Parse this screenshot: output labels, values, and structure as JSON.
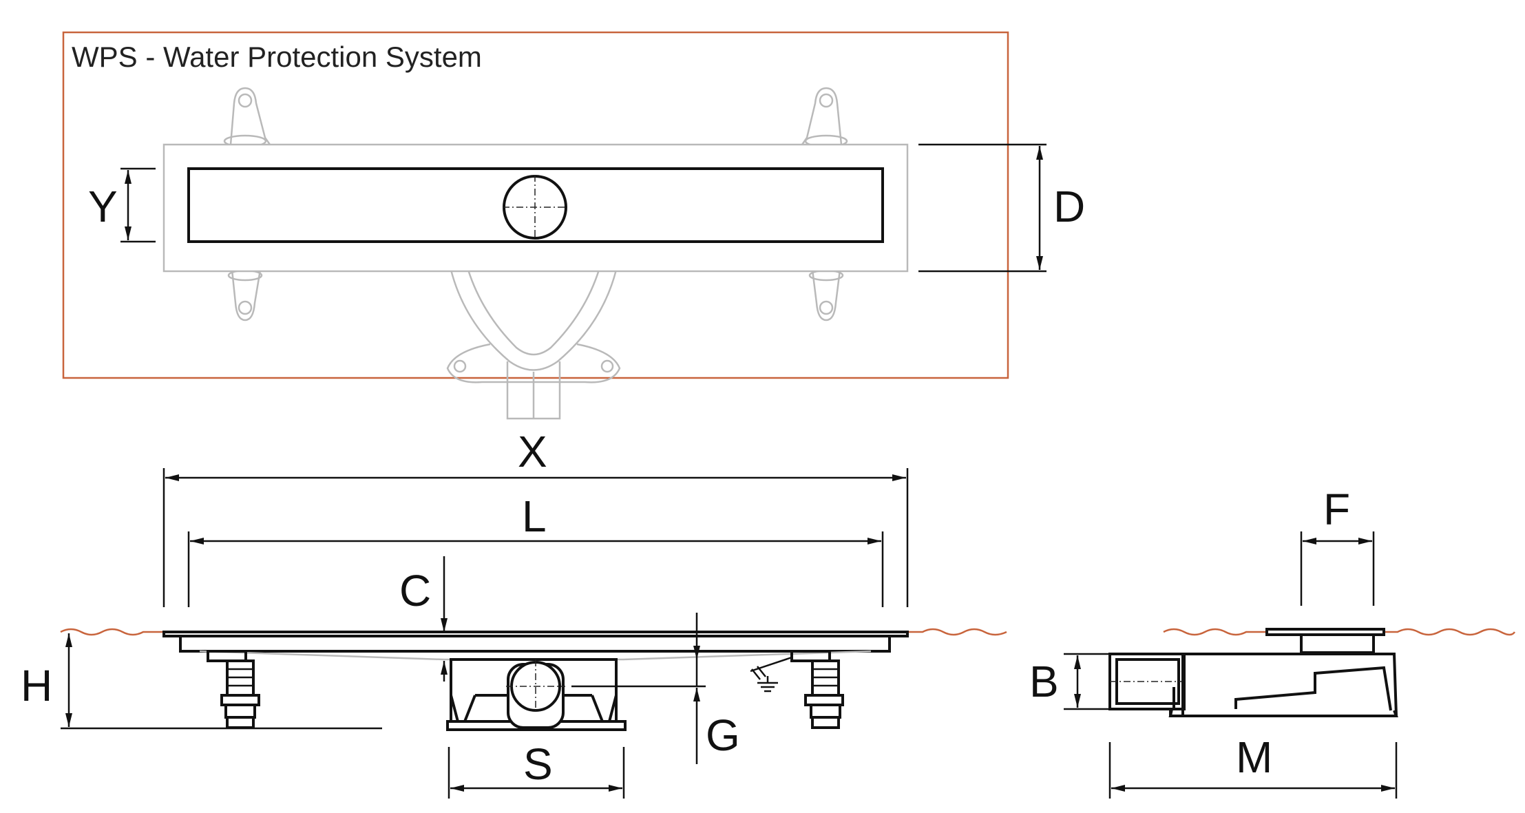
{
  "header": {
    "title": "WPS - Water Protection System",
    "frame_color": "#c8643c"
  },
  "labels": {
    "y": "Y",
    "d": "D",
    "x": "X",
    "l": "L",
    "c": "C",
    "h": "H",
    "g": "G",
    "s": "S",
    "f": "F",
    "b": "B",
    "m": "M"
  },
  "colors": {
    "outline": "#b9b9b9",
    "ink": "#111111",
    "accent": "#c8643c"
  }
}
